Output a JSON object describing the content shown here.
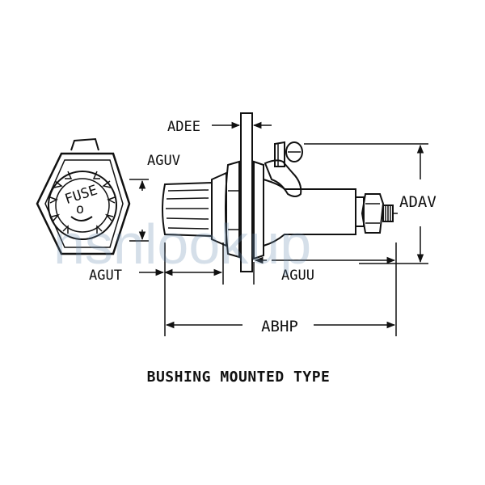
{
  "labels": {
    "adee": "ADEE",
    "aguv": "AGUV",
    "agut": "AGUT",
    "aguu": "AGUU",
    "adav": "ADAV",
    "abhp": "ABHP"
  },
  "fuse_cap_text": "FUSE",
  "fuse_cap_rating": "o",
  "caption": "BUSHING MOUNTED TYPE",
  "watermark": "nsnlookup"
}
